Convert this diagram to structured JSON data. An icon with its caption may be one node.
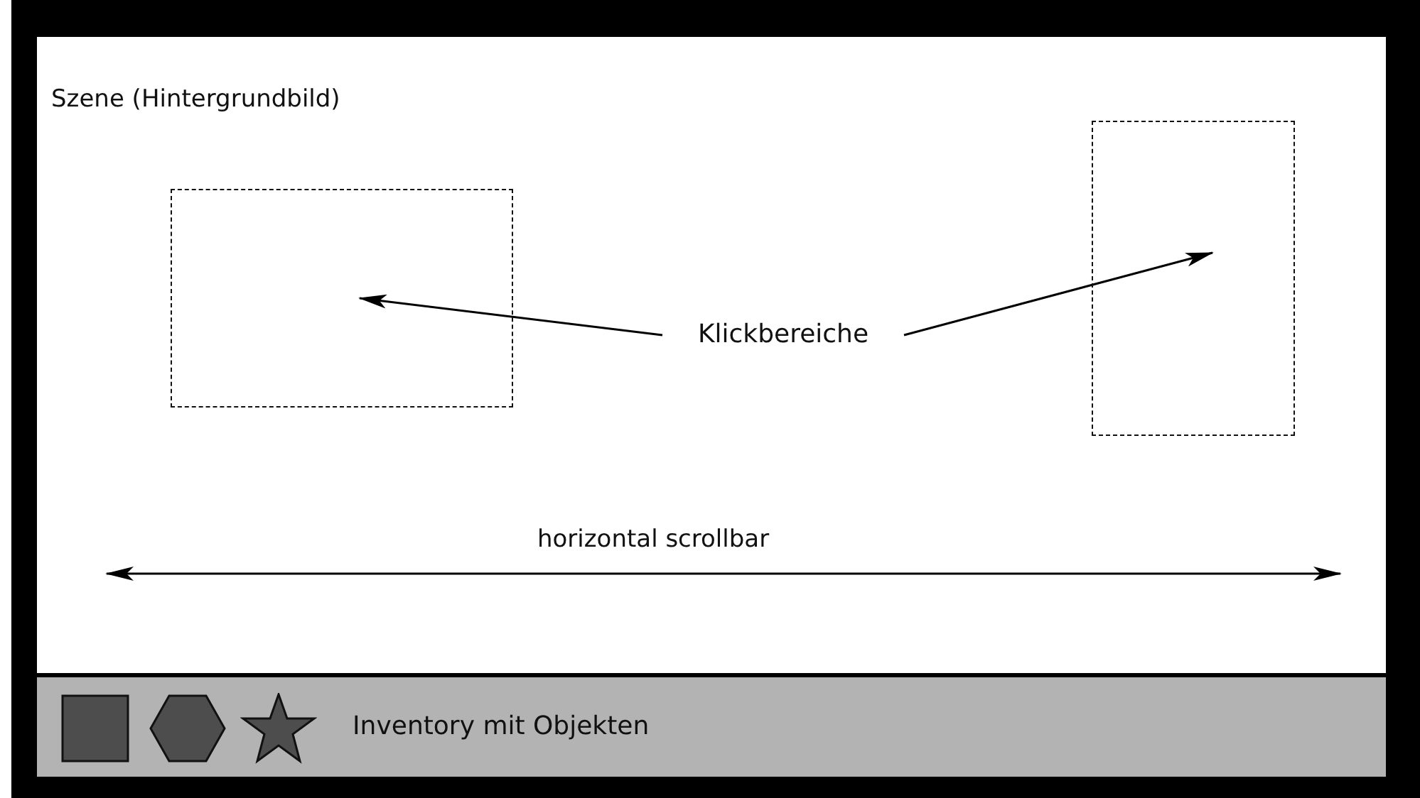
{
  "diagram": {
    "nodes": [
      {
        "text": [
          "Szene (Hintergrundbild)"
        ]
      },
      {
        "text": [],
        "shape": "box",
        "in": 0
      },
      {
        "text": [],
        "shape": "box",
        "in": 0
      },
      {
        "text": [
          "Klickbereiche"
        ],
        "in": 0
      },
      {
        "text": [
          "Inventory mit Objekten"
        ]
      }
    ],
    "edges": [
      {
        "from": 3,
        "to": 1,
        "arrow": "to"
      },
      {
        "from": 3,
        "to": 2,
        "arrow": "to"
      }
    ],
    "labels": [
      "horizontal scrollbar"
    ]
  }
}
